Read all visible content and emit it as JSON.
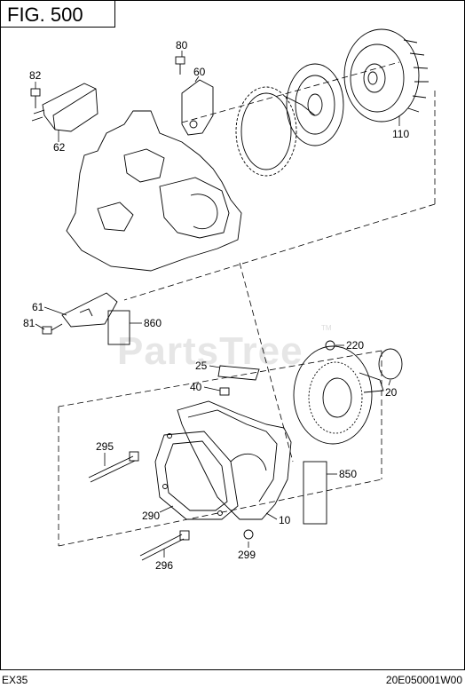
{
  "figure": {
    "title": "FIG. 500"
  },
  "watermark": {
    "text": "PartsTree",
    "mark": "TM"
  },
  "callouts": [
    {
      "id": "c80",
      "label": "80"
    },
    {
      "id": "c60",
      "label": "60"
    },
    {
      "id": "c82",
      "label": "82"
    },
    {
      "id": "c62",
      "label": "62"
    },
    {
      "id": "c110",
      "label": "110"
    },
    {
      "id": "c61",
      "label": "61"
    },
    {
      "id": "c81",
      "label": "81"
    },
    {
      "id": "c860",
      "label": "860"
    },
    {
      "id": "c220",
      "label": "220"
    },
    {
      "id": "c25",
      "label": "25"
    },
    {
      "id": "c40",
      "label": "40"
    },
    {
      "id": "c20",
      "label": "20"
    },
    {
      "id": "c295",
      "label": "295"
    },
    {
      "id": "c850",
      "label": "850"
    },
    {
      "id": "c290",
      "label": "290"
    },
    {
      "id": "c10",
      "label": "10"
    },
    {
      "id": "c299",
      "label": "299"
    },
    {
      "id": "c296",
      "label": "296"
    }
  ],
  "footer": {
    "model": "EX35",
    "code": "20E050001W00"
  },
  "colors": {
    "line": "#000000",
    "watermark": "#e6e6e6",
    "background": "#ffffff"
  }
}
